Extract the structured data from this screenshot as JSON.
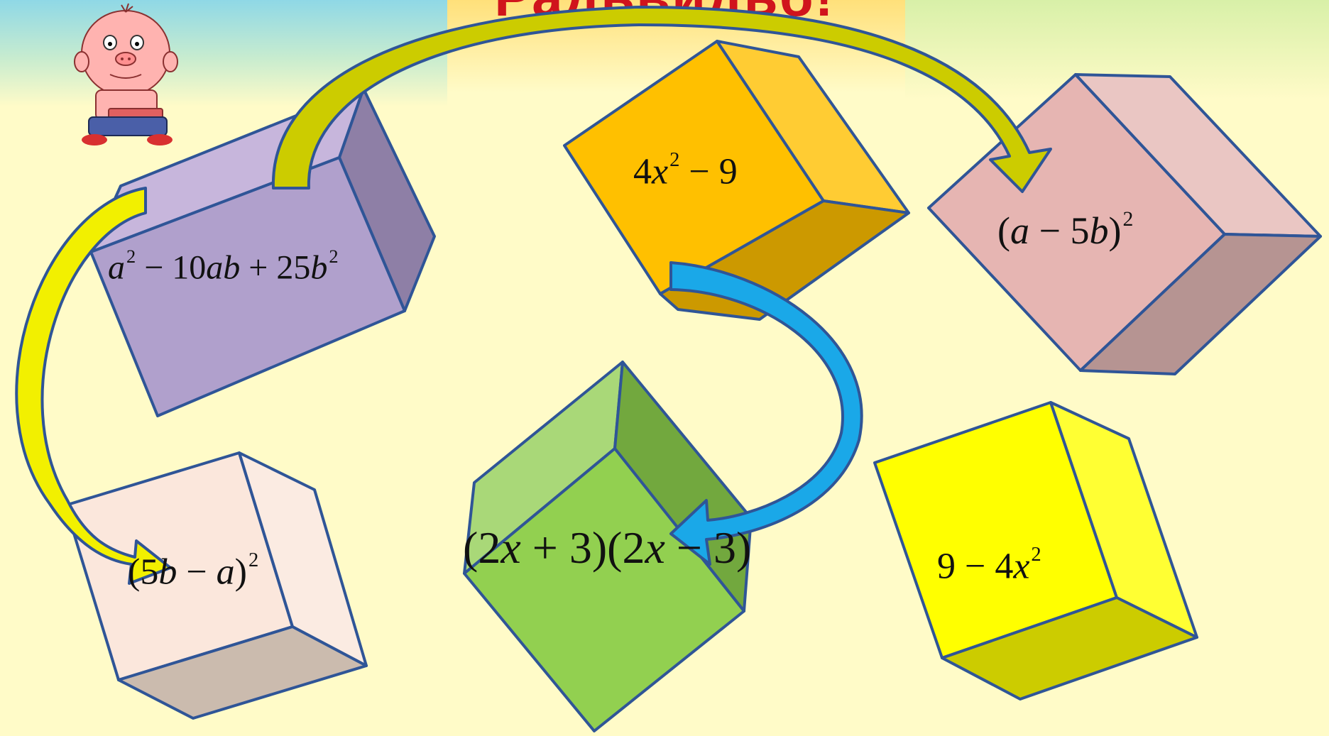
{
  "slide": {
    "title": "Радьвидьб!",
    "colors": {
      "background": "#fffbc8",
      "top_left_band": "#8fd8e6",
      "title_band": "#ffe07a",
      "title_text": "#d0141c",
      "arrow_yellow": "#f2f000",
      "arrow_blue": "#1aa8e8"
    }
  },
  "cubes": [
    {
      "name": "cube-purple",
      "color": "#b9a8d6",
      "expression": [
        "a",
        "2",
        " − 10",
        "ab",
        " + 25",
        "b",
        "2"
      ]
    },
    {
      "name": "cube-orange",
      "color": "#ffc21c",
      "expression": [
        "4",
        "x",
        "2",
        " − 9"
      ]
    },
    {
      "name": "cube-pink",
      "color": "#e8b8b4",
      "expression": [
        "(",
        "a",
        " − 5",
        "b",
        ")",
        "2"
      ]
    },
    {
      "name": "cube-cream",
      "color": "#fbe8dc",
      "expression": [
        "(5",
        "b",
        " − ",
        "a",
        ")",
        "2"
      ]
    },
    {
      "name": "cube-green",
      "color": "#92d050",
      "expression": [
        "(2",
        "x",
        " + 3)(2",
        "x",
        " − 3)"
      ]
    },
    {
      "name": "cube-yellow",
      "color": "#ffff00",
      "expression": [
        "9 − 4",
        "x",
        "2"
      ]
    }
  ],
  "character": {
    "icon": "thinking-boy-icon"
  }
}
